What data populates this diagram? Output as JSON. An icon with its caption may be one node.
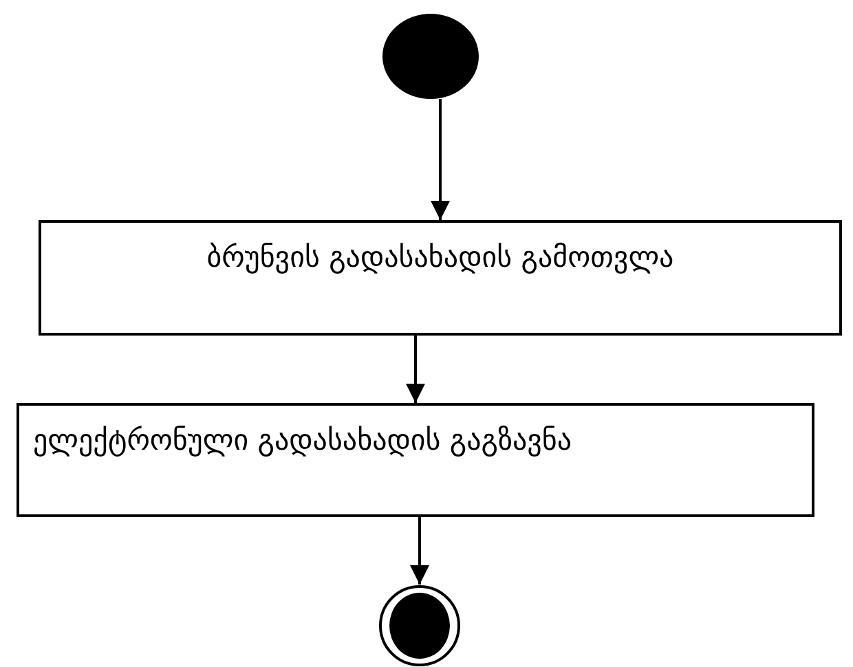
{
  "diagram": {
    "nodes": [
      {
        "text": [],
        "shape": "circle"
      },
      {
        "text": [
          "ბრუნვის გადასახადის გამოთვლა"
        ]
      },
      {
        "text": [
          "ელექტრონული გადასახადის გაგზავნა"
        ]
      },
      {
        "text": [],
        "shape": "circle"
      }
    ],
    "edges": [
      {
        "from": 0,
        "to": 1,
        "arrow": "to"
      },
      {
        "from": 1,
        "to": 2,
        "arrow": "to"
      },
      {
        "from": 2,
        "to": 3,
        "arrow": "to"
      }
    ]
  }
}
